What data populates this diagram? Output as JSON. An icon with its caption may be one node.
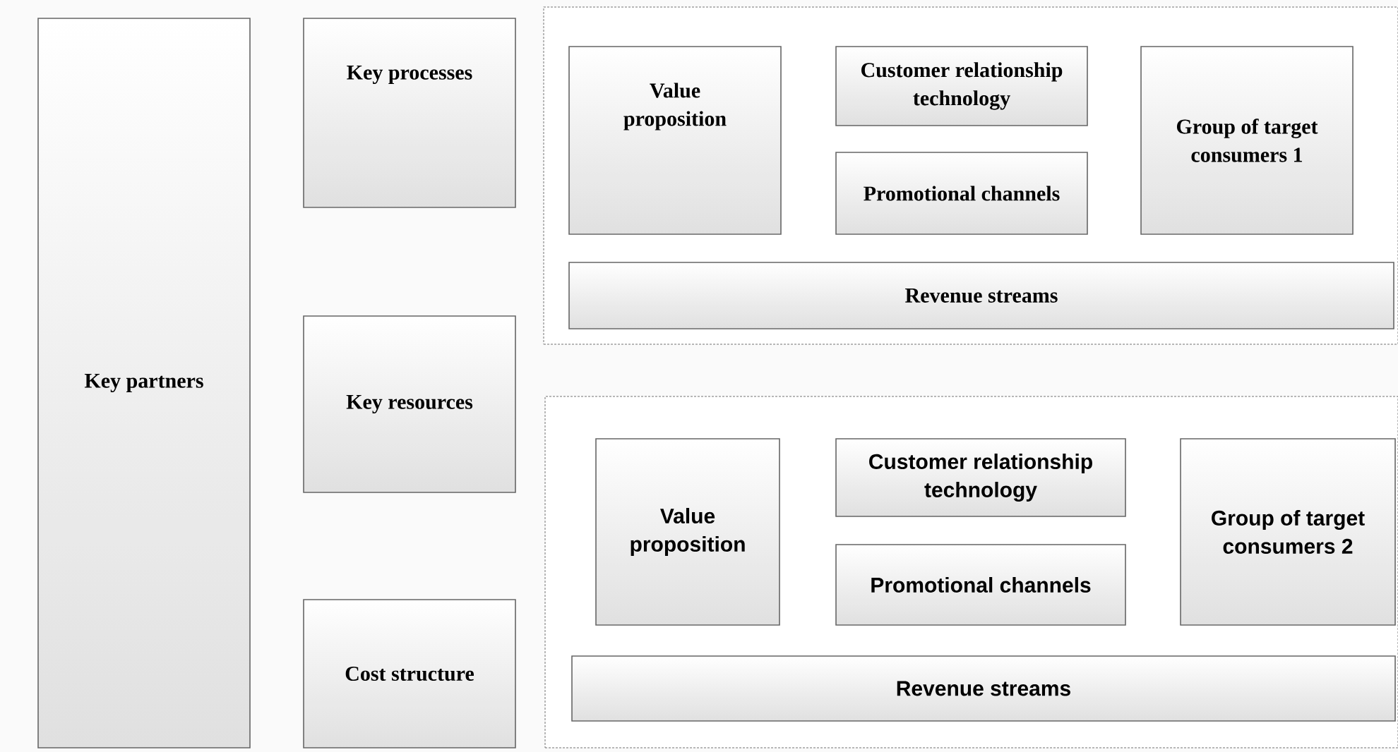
{
  "diagram": {
    "nodes": [
      {
        "text": [
          "Key partners"
        ]
      },
      {
        "text": [
          "Key processes"
        ]
      },
      {
        "text": [
          "Key resources"
        ]
      },
      {
        "text": [
          "Cost structure"
        ]
      },
      {
        "text": [],
        "shape": "box"
      },
      {
        "text": [
          "Value proposition"
        ],
        "in": 4
      },
      {
        "text": [
          "Customer relationship technology"
        ],
        "in": 4
      },
      {
        "text": [
          "Promotional channels"
        ],
        "in": 4
      },
      {
        "text": [
          "Group of target consumers 1"
        ],
        "in": 4
      },
      {
        "text": [
          "Revenue streams"
        ],
        "in": 4
      },
      {
        "text": [],
        "shape": "box"
      },
      {
        "text": [
          "Value proposition"
        ],
        "in": 10
      },
      {
        "text": [
          "Customer relationship technology"
        ],
        "in": 10
      },
      {
        "text": [
          "Promotional channels"
        ],
        "in": 10
      },
      {
        "text": [
          "Group of target consumers 2"
        ],
        "in": 10
      },
      {
        "text": [
          "Revenue streams"
        ],
        "in": 10
      }
    ]
  }
}
